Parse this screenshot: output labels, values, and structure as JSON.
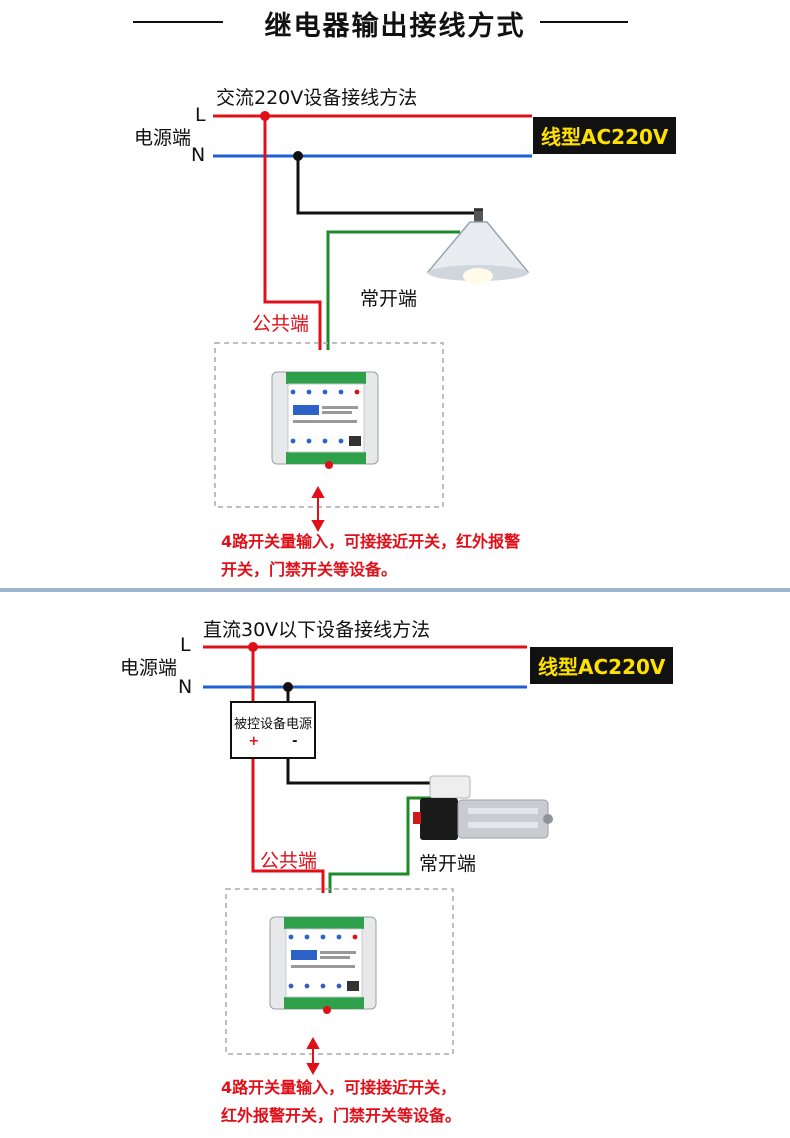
{
  "title": "继电器输出接线方式",
  "sections": [
    {
      "heading": "交流220V设备接线方法",
      "label_L": "L",
      "label_N": "N",
      "power_label": "电源端",
      "line_type": "线型AC220V",
      "normally_open": "常开端",
      "common": "公共端",
      "note_line1": "4路开关量输入，可接接近开关，红外报警",
      "note_line2": "开关，门禁开关等设备。"
    },
    {
      "heading": "直流30V以下设备接线方法",
      "label_L": "L",
      "label_N": "N",
      "power_label": "电源端",
      "line_type": "线型AC220V",
      "psu_label": "被控设备电源",
      "psu_plus": "+",
      "psu_minus": "-",
      "normally_open": "常开端",
      "common": "公共端",
      "note_line1": "4路开关量输入，可接接近开关，",
      "note_line2": "红外报警开关，门禁开关等设备。"
    }
  ],
  "colors": {
    "live": "#e0101a",
    "neutral": "#1f5fd6",
    "output": "#1e8a2a",
    "ground": "#111111",
    "badge_text": "#ffe100"
  }
}
